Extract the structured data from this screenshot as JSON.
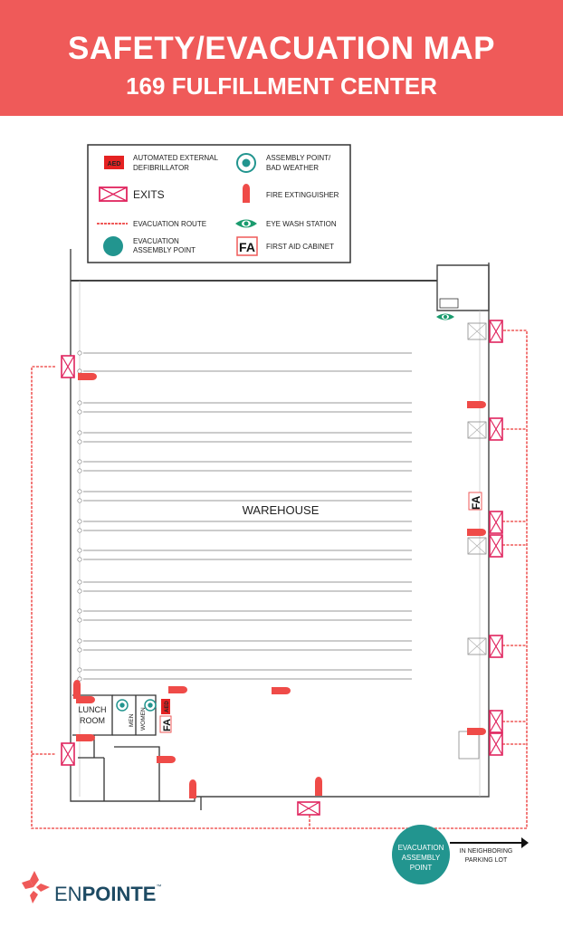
{
  "header": {
    "title": "SAFETY/EVACUATION MAP",
    "subtitle": "169 FULFILLMENT CENTER"
  },
  "colors": {
    "brand_red": "#ef5a59",
    "exit_pink": "#e0245e",
    "teal": "#22958f",
    "eye_green": "#1a9b6e",
    "logo_navy": "#1d4a63"
  },
  "legend": {
    "aed": {
      "icon_text": "AED",
      "label_line1": "AUTOMATED EXTERNAL",
      "label_line2": "DEFIBRILLATOR"
    },
    "exits": {
      "label": "EXITS"
    },
    "route": {
      "label": "EVACUATION ROUTE"
    },
    "assembly": {
      "label_line1": "EVACUATION",
      "label_line2": "ASSEMBLY POINT"
    },
    "bad_weather": {
      "label_line1": "ASSEMBLY POINT/",
      "label_line2": "BAD WEATHER"
    },
    "extinguisher": {
      "label": "FIRE EXTINGUISHER"
    },
    "eyewash": {
      "label": "EYE WASH STATION"
    },
    "first_aid": {
      "icon_text": "FA",
      "label": "FIRST AID CABINET"
    }
  },
  "map": {
    "warehouse_label": "WAREHOUSE",
    "lunch_line1": "LUNCH",
    "lunch_line2": "ROOM",
    "men": "MEN",
    "women": "WOMEN",
    "aed_text": "AED",
    "fa_text": "FA"
  },
  "assembly_point": {
    "line1": "EVACUATION",
    "line2": "ASSEMBLY",
    "line3": "POINT",
    "note_line1": "IN NEIGHBORING",
    "note_line2": "PARKING LOT"
  },
  "logo": {
    "text_light": "EN",
    "text_bold": "POINTE",
    "tm": "™"
  }
}
